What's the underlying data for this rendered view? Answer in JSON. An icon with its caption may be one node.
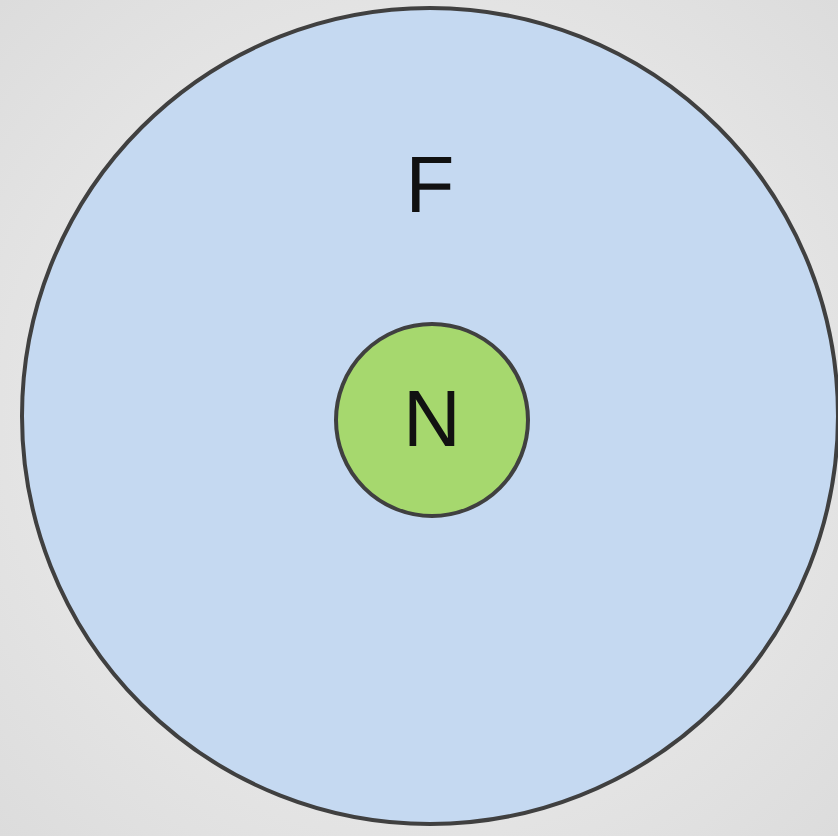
{
  "diagram": {
    "nodes": [
      {
        "text": [
          "F"
        ]
      },
      {
        "text": [
          "N"
        ],
        "in": 0
      }
    ]
  }
}
